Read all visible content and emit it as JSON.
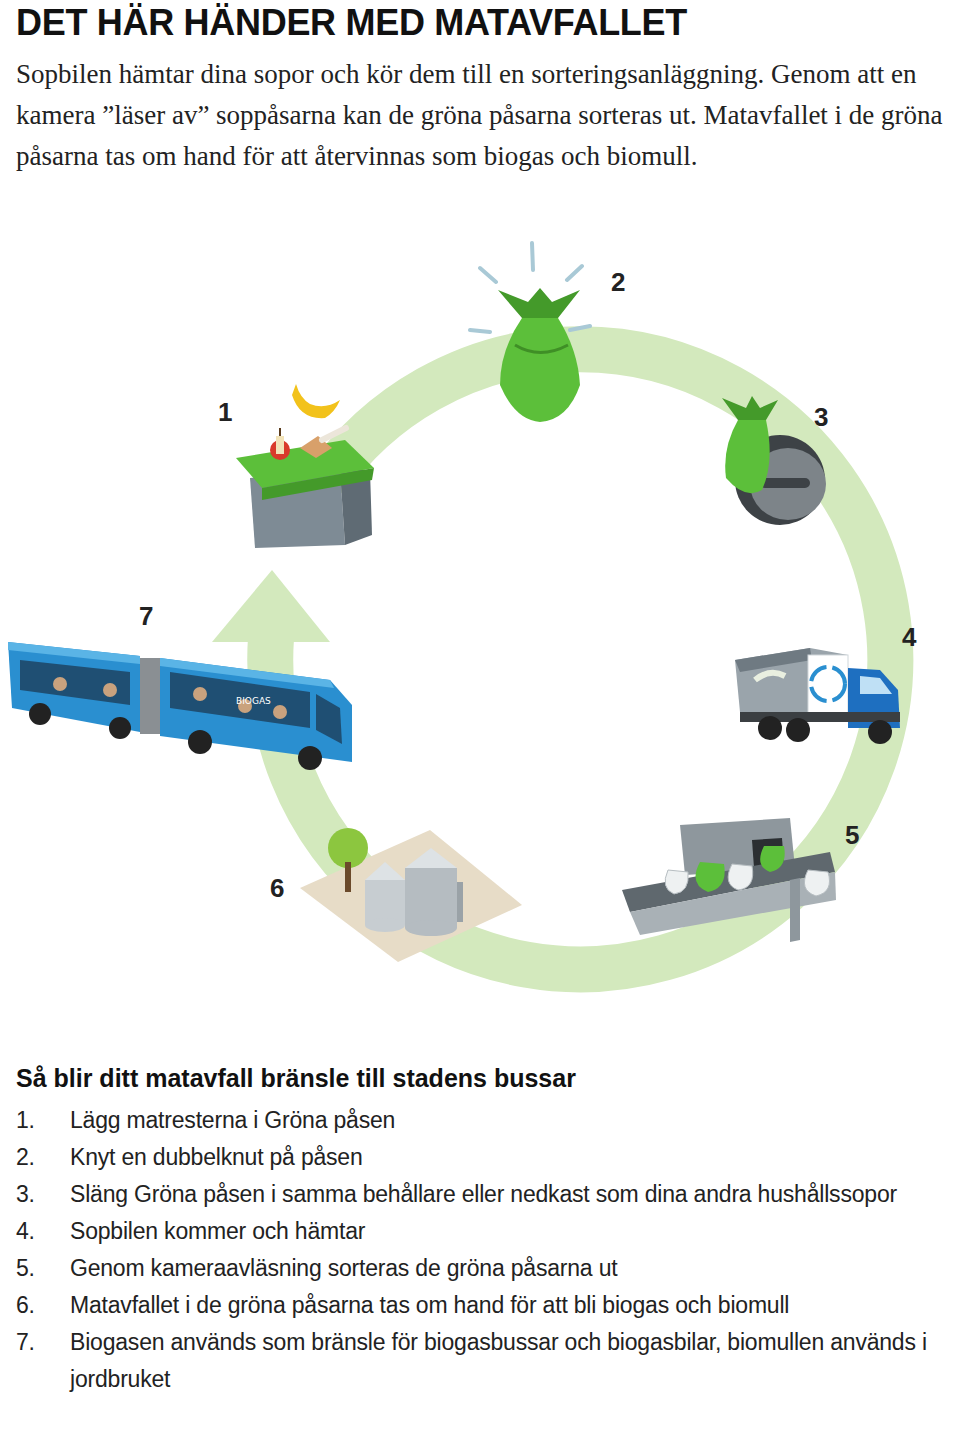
{
  "diagram": {
    "title": "DET HÄR HÄNDER MED MATAVFALLET",
    "labels": [
      "Sopbilen hämtar dina sopor och kör dem till en sorteringsanläggning. Genom att en kamera ”läser av” soppåsarna kan de gröna påsarna sorteras ut. Matavfallet i de gröna påsarna tas om hand för att återvinnas som biogas och biomull.",
      "1",
      "2",
      "3",
      "4",
      "5",
      "6",
      "7",
      "BIOGAS",
      "Så blir ditt matavfall bränsle till stadens bussar",
      "1.",
      "Lägg matresterna i Gröna påsen",
      "2.",
      "Knyt en dubbelknut på påsen",
      "3.",
      "Släng Gröna påsen i samma behållare eller nedkast som dina andra hushållssopor",
      "4.",
      "Sopbilen kommer och hämtar",
      "5.",
      "Genom kameraavläsning sorteras de gröna påsarna ut",
      "6.",
      "Matavfallet i de gröna påsarna tas om hand för att bli biogas och biomull",
      "7.",
      "Biogasen används som bränsle för biogasbussar och biogasbilar, biomullen används i jordbruket"
    ]
  }
}
